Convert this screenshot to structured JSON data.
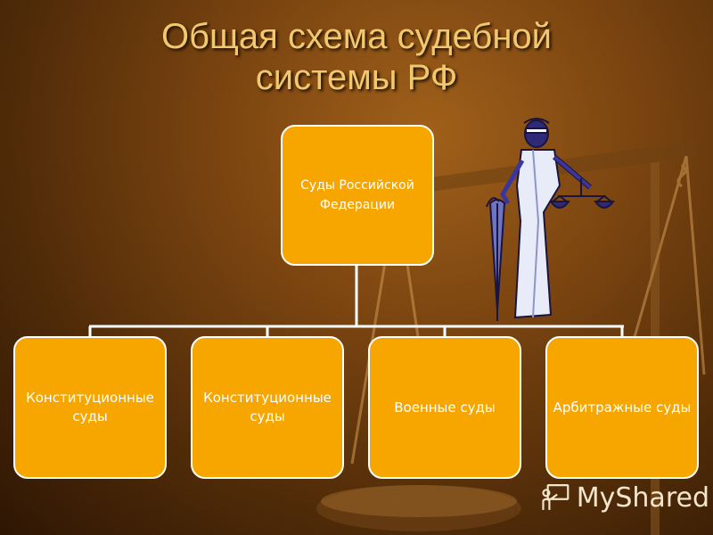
{
  "slide": {
    "title_line1": "Общая схема судебной",
    "title_line2": "системы РФ"
  },
  "diagram": {
    "root": "Суды Российской Федерации",
    "children": [
      "Конституционные суды",
      "Конституционные суды",
      "Военные суды",
      "Арбитражные суды"
    ]
  },
  "watermark": {
    "text": "MyShared",
    "icon": "classroom-icon"
  },
  "colors": {
    "box_fill": "#f7a600",
    "box_border": "#ffffff",
    "title": "#f0c870",
    "background": "#6b3a0c"
  }
}
